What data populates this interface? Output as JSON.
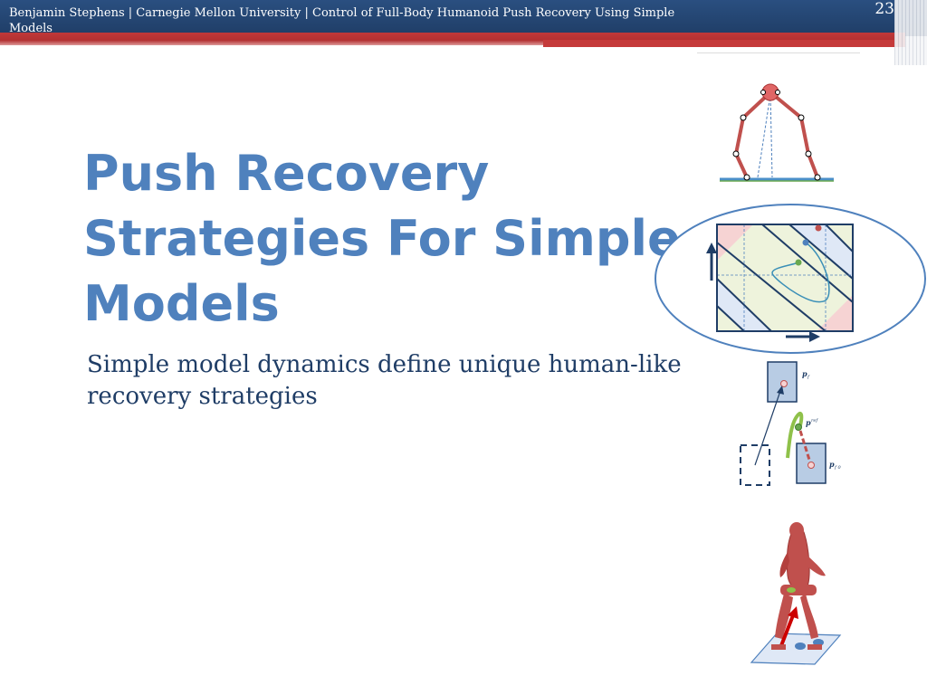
{
  "header": {
    "text": "Benjamin Stephens | Carnegie Mellon University | Control of Full-Body Humanoid Push Recovery Using Simple Models",
    "page_number": "23"
  },
  "slide": {
    "title": "Push Recovery Strategies For Simple Models",
    "subtitle": "Simple model dynamics define unique human-like recovery strategies"
  },
  "figure": {
    "labels": {
      "pf": "p",
      "pf_sub": "f",
      "pref": "p",
      "pref_sup": "ref",
      "pf0": "p",
      "pf0_sub": "f 0"
    }
  },
  "colors": {
    "title": "#4f81bd",
    "header_blue": "#1f3d66",
    "header_red": "#c0393a",
    "figure_red": "#c0504d"
  }
}
